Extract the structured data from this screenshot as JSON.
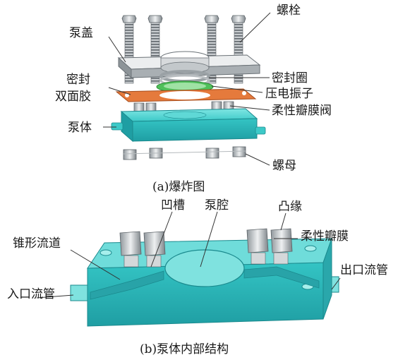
{
  "part_a": {
    "caption": "(a)爆炸图",
    "labels": {
      "bolt": "螺栓",
      "pump_cover": "泵盖",
      "seal_tape_line1": "密封",
      "seal_tape_line2": "双面胶",
      "seal_ring": "密封圈",
      "piezo_vibrator": "压电振子",
      "flexible_valve": "柔性瓣膜阀",
      "pump_body": "泵体",
      "nut": "螺母"
    }
  },
  "part_b": {
    "caption": "(b)泵体内部结构",
    "labels": {
      "groove": "凹槽",
      "pump_chamber": "泵腔",
      "convex_edge": "凸缘",
      "flexible_membrane": "柔性瓣膜",
      "cone_channel": "锥形流道",
      "inlet_pipe": "入口流管",
      "outlet_pipe": "出口流管"
    }
  },
  "colors": {
    "cyan_body": "#3fd2d2",
    "cyan_dark": "#23a9ad",
    "orange_tape": "#e57a3c",
    "green_piezo": "#4fc05a",
    "steel": "#cfd3d6"
  }
}
